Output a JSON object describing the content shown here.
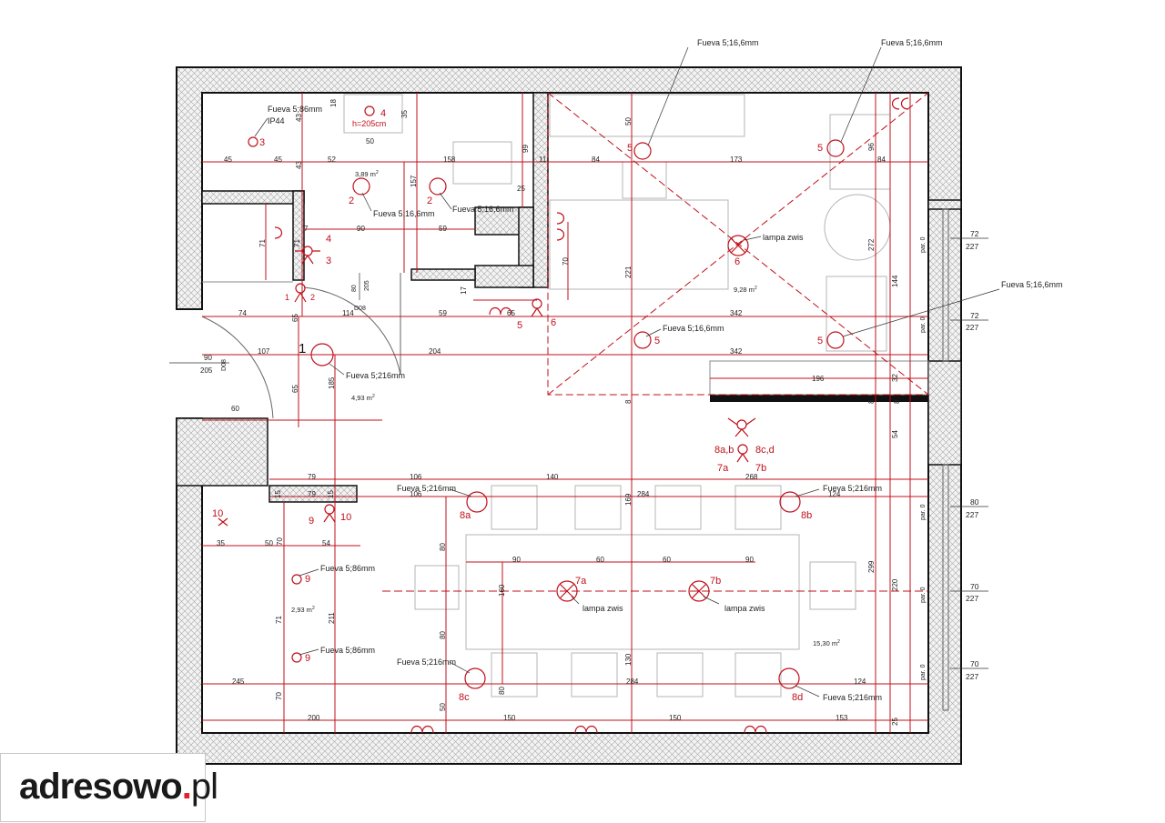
{
  "luminaires": {
    "fueva5_16": "Fueva 5;16,6mm",
    "fueva5_86": "Fueva 5;86mm",
    "fueva5_216": "Fueva 5;216mm",
    "ip44": "IP44",
    "lampa_zwis": "lampa zwis",
    "h205": "h=205cm"
  },
  "areas": {
    "bathroom": "3,89 m",
    "hall": "4,93 m",
    "bedroom": "9,28 m",
    "small": "2,93 m",
    "living": "15,30 m",
    "sup": "2"
  },
  "symbols": {
    "s1": "1",
    "s2": "2",
    "s3": "3",
    "s4": "4",
    "s5": "5",
    "s6": "6",
    "s7a": "7a",
    "s7b": "7b",
    "s8a": "8a",
    "s8b": "8b",
    "s8c": "8c",
    "s8d": "8d",
    "s8ab": "8a,b",
    "s8cd": "8c,d",
    "s9": "9",
    "s10": "10"
  },
  "doors": {
    "d08": "D08",
    "d08b": "D08",
    "h90": "90",
    "h205": "205",
    "h80": "80",
    "h205b": "205"
  },
  "windows": {
    "w1": [
      "72",
      "227"
    ],
    "w2": [
      "72",
      "227"
    ],
    "w3": [
      "80",
      "227"
    ],
    "w4": [
      "70",
      "227"
    ],
    "w5": [
      "70",
      "227"
    ],
    "par": "par. 0"
  },
  "dimensions": {
    "top_row": [
      "45",
      "45",
      "52",
      "158",
      "11",
      "84",
      "173",
      "84"
    ],
    "misc": [
      "18",
      "35",
      "50",
      "43",
      "43",
      "99",
      "25",
      "157",
      "50",
      "96",
      "90",
      "59",
      "7",
      "71",
      "71",
      "17",
      "65",
      "70",
      "221",
      "272",
      "74",
      "65",
      "114",
      "59",
      "342",
      "144",
      "107",
      "204",
      "342",
      "32",
      "185",
      "196",
      "8",
      "8",
      "8",
      "54",
      "60",
      "65",
      "79",
      "106",
      "140",
      "268",
      "15",
      "15",
      "79",
      "106",
      "169",
      "284",
      "124",
      "35",
      "50",
      "70",
      "54",
      "80",
      "90",
      "60",
      "60",
      "90",
      "160",
      "80",
      "71",
      "211",
      "299",
      "220",
      "245",
      "130",
      "284",
      "124",
      "70",
      "80",
      "50",
      "200",
      "150",
      "150",
      "153",
      "25"
    ]
  },
  "logo": {
    "main": "adresowo",
    "dot": ".",
    "tld": "pl"
  },
  "colors": {
    "wall": "#111111",
    "annotation": "#c0101b",
    "hatch": "#9a9a9a",
    "furniture": "#b4b4b4"
  }
}
